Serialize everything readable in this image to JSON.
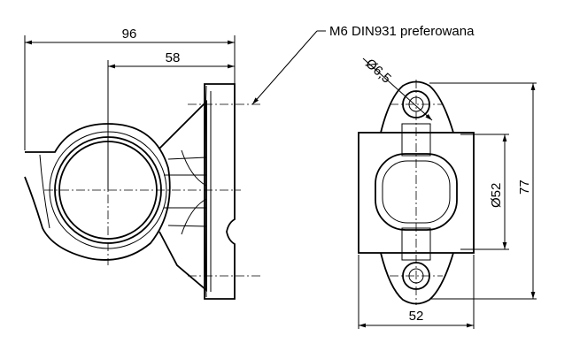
{
  "callout": {
    "text": "M6 DIN931 preferowana"
  },
  "side_view": {
    "dim_overall_width": "96",
    "dim_mount_offset": "58"
  },
  "front_view": {
    "dim_hole_diameter": "Ø6,5",
    "dim_lens_diameter": "Ø52",
    "dim_hole_spacing": "77",
    "dim_base_width": "52"
  }
}
